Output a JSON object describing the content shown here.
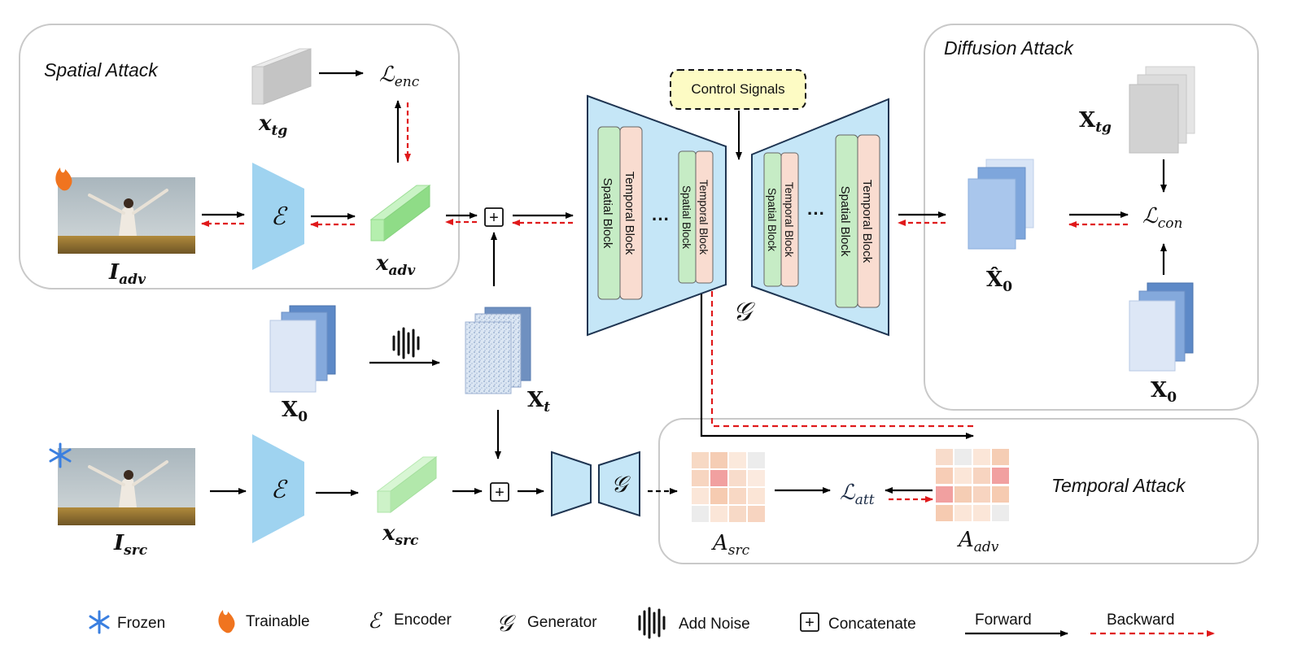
{
  "panels": {
    "spatial": "Spatial Attack",
    "diffusion": "Diffusion Attack",
    "temporal": "Temporal Attack"
  },
  "control_signals": "Control Signals",
  "blocks": {
    "temporal": "Temporal Block",
    "spatial": "Spatial Block",
    "ellipsis": "···"
  },
  "symbols": {
    "encoder": "ℰ",
    "generator": "𝒢",
    "concat": "+"
  },
  "labels": {
    "x_tg_spatial": "x",
    "x_tg_spatial_sub": "tg",
    "L_enc": "ℒ",
    "L_enc_sub": "enc",
    "I_adv": "I",
    "I_adv_sub": "adv",
    "x_adv": "x",
    "x_adv_sub": "adv",
    "X0_mid": "X",
    "X0_mid_sub": "0",
    "Xt": "X",
    "Xt_sub": "t",
    "I_src": "I",
    "I_src_sub": "src",
    "x_src": "x",
    "x_src_sub": "src",
    "A_src": "A",
    "A_src_sub": "src",
    "L_att": "ℒ",
    "L_att_sub": "att",
    "A_adv": "A",
    "A_adv_sub": "adv",
    "X_tg": "X",
    "X_tg_sub": "tg",
    "L_con": "ℒ",
    "L_con_sub": "con",
    "X0_hat": "X̂",
    "X0_hat_sub": "0",
    "X0_right": "X",
    "X0_right_sub": "0",
    "G_main": "𝒢"
  },
  "legend": {
    "frozen": "Frozen",
    "trainable": "Trainable",
    "encoder_symbol": "ℰ",
    "encoder": "Encoder",
    "generator_symbol": "𝒢",
    "generator": "Generator",
    "noise": "Add Noise",
    "concat": "Concatenate",
    "forward": "Forward",
    "backward": "Backward"
  },
  "colors": {
    "encoder_blue": "#9fd3f0",
    "latent_green": "#a6e8a0",
    "forward": "#000000",
    "backward": "#e0191b",
    "control_fill": "#fdfbc4",
    "spatial_block": "#c6ecc5",
    "temporal_block": "#f9dcd0",
    "unet_fill": "#c5e6f7"
  }
}
